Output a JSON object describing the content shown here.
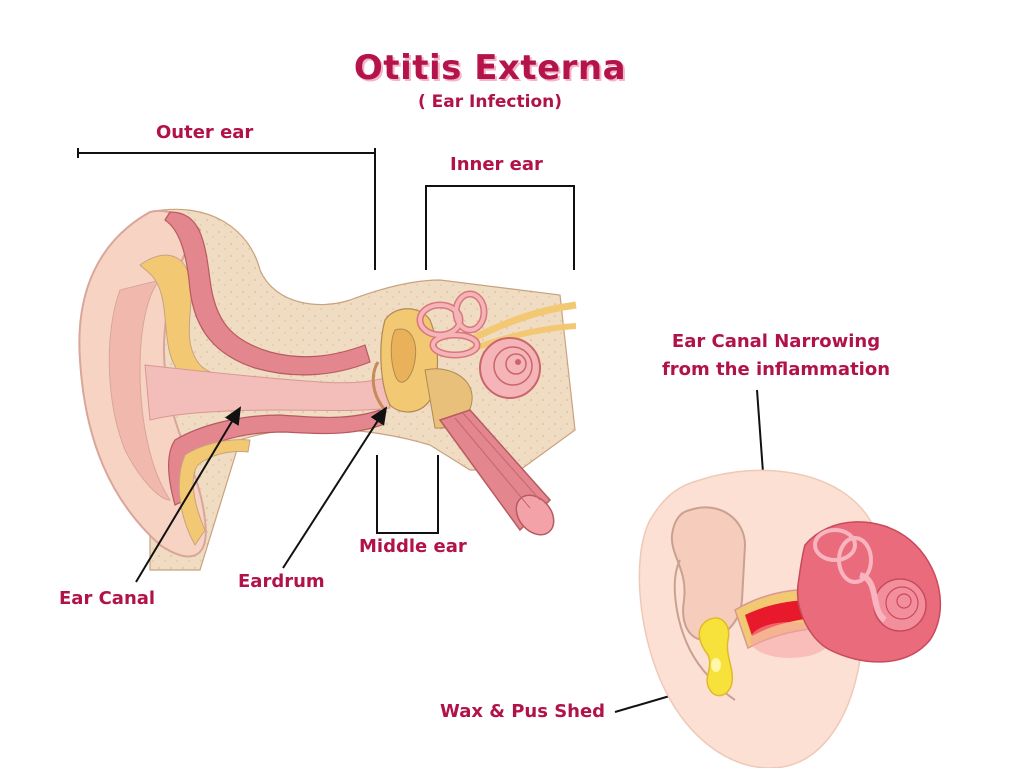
{
  "title": "Otitis Externa",
  "subtitle": "( Ear Infection)",
  "labels": {
    "outer_ear": "Outer ear",
    "inner_ear": "Inner ear",
    "middle_ear": "Middle ear",
    "ear_canal": "Ear Canal",
    "eardrum": "Eardrum",
    "narrowing_line1": "Ear Canal Narrowing",
    "narrowing_line2": "from the inflammation",
    "wax_pus": "Wax & Pus Shed"
  },
  "colors": {
    "label": "#b1124a",
    "skin": "#f7d3c4",
    "flesh": "#e4868d",
    "bone": "#f0dcc2",
    "cartilage": "#f3c873",
    "canal": "#f3bdb9",
    "pus": "#f6e23a",
    "inflamed": "#e8192b"
  }
}
